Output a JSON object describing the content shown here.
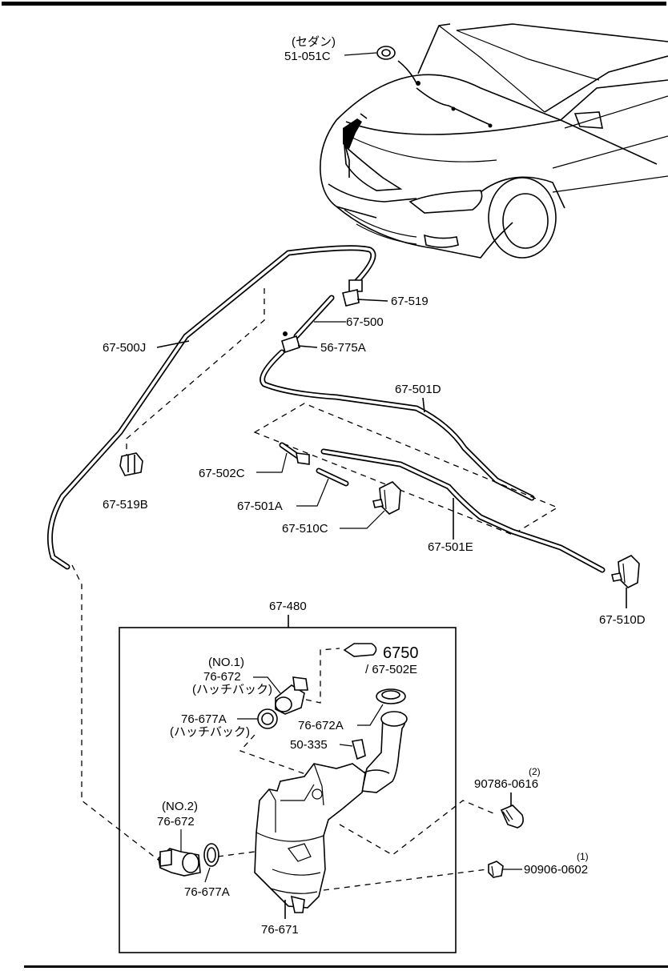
{
  "labels": {
    "sedan_note": "(セダン)",
    "grommet": "51-051C",
    "tee_joint": "67-519",
    "hose_front": "67-500",
    "check_valve": "56-775A",
    "hose_main": "67-500J",
    "hose_d": "67-501D",
    "clip_b": "67-519B",
    "joint_c": "67-502C",
    "hose_a": "67-501A",
    "nozzle_c": "67-510C",
    "hose_e": "67-501E",
    "nozzle_d": "67-510D",
    "tank_assy": "67-480",
    "no1": "(NO.1)",
    "pump_no1": "76-672",
    "hatchback_1": "(ハッチバック)",
    "ref_arrow_num": "6750",
    "ref_sub": "/ 67-502E",
    "cap": "76-672A",
    "grommet_a": "76-677A",
    "hatchback_2": "(ハッチバック)",
    "clip_50": "50-335",
    "qty_2": "(2)",
    "bolt": "90786-0616",
    "no2": "(NO.2)",
    "pump_no2": "76-672",
    "grommet_a2": "76-677A",
    "qty_1": "(1)",
    "nut": "90906-0602",
    "tank": "76-671"
  }
}
